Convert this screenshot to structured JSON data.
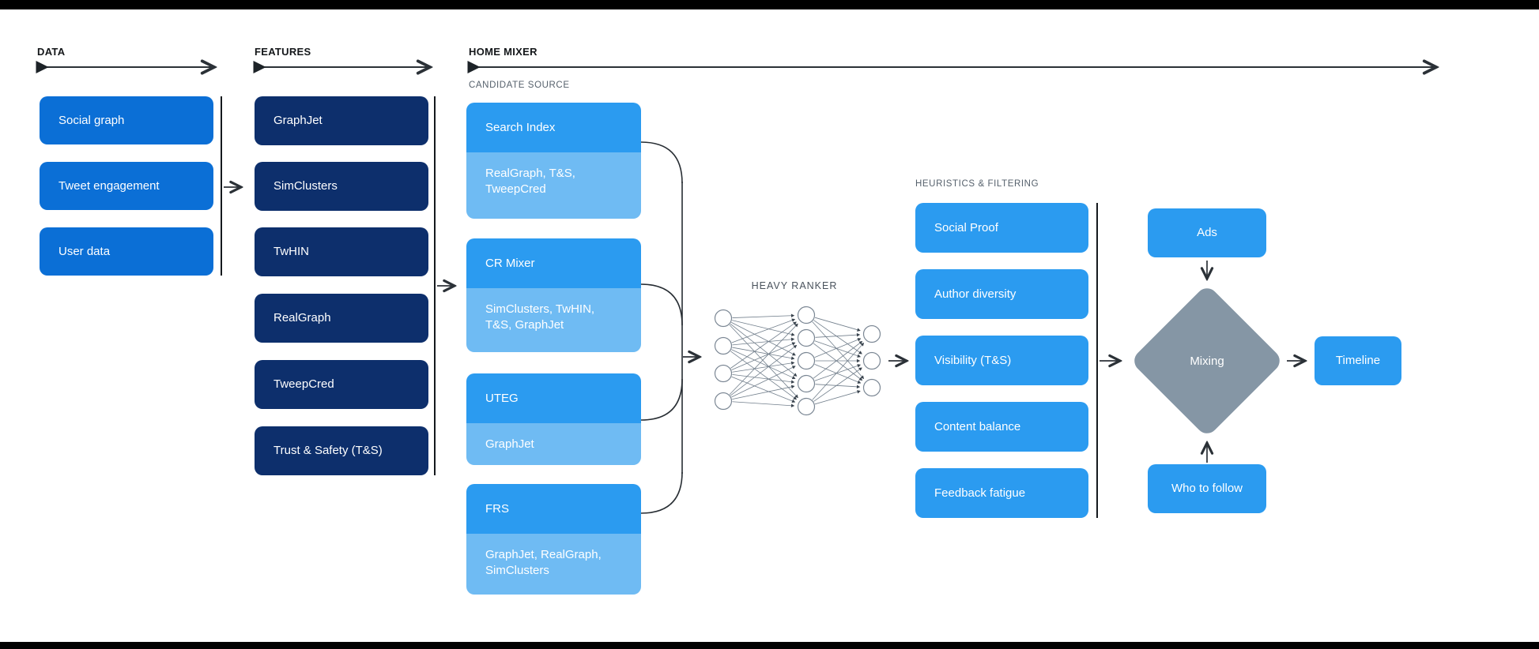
{
  "title": "Twitter Home Mixer recommendation pipeline diagram",
  "colors": {
    "background": "#ffffff",
    "frame_bar": "#000000",
    "data_box": "#0b6fd6",
    "feature_box": "#0d2f6c",
    "mixer_box": "#2b9bf0",
    "mixer_subbox": "#6fbbf3",
    "diamond": "#8596a5",
    "connector": "#2b3137"
  },
  "sections": {
    "data": {
      "label": "DATA",
      "items": [
        "Social graph",
        "Tweet engagement",
        "User data"
      ]
    },
    "features": {
      "label": "FEATURES",
      "items": [
        "GraphJet",
        "SimClusters",
        "TwHIN",
        "RealGraph",
        "TweepCred",
        "Trust & Safety (T&S)"
      ]
    },
    "home_mixer": {
      "label": "HOME MIXER",
      "candidate_source": {
        "label": "CANDIDATE SOURCE",
        "groups": [
          {
            "name": "Search Index",
            "sources": "RealGraph, T&S, TweepCred"
          },
          {
            "name": "CR Mixer",
            "sources": "SimClusters, TwHIN, T&S, GraphJet"
          },
          {
            "name": "UTEG",
            "sources": "GraphJet"
          },
          {
            "name": "FRS",
            "sources": "GraphJet, RealGraph, SimClusters"
          }
        ]
      },
      "heavy_ranker": {
        "label": "HEAVY RANKER",
        "network": {
          "input_nodes": 4,
          "hidden_nodes": 5,
          "output_nodes": 3
        }
      },
      "heuristics": {
        "label": "HEURISTICS & FILTERING",
        "items": [
          "Social Proof",
          "Author diversity",
          "Visibility (T&S)",
          "Content balance",
          "Feedback fatigue"
        ]
      },
      "mixing": {
        "ads": "Ads",
        "mixer": "Mixing",
        "who_to_follow": "Who to follow",
        "timeline": "Timeline"
      }
    }
  }
}
